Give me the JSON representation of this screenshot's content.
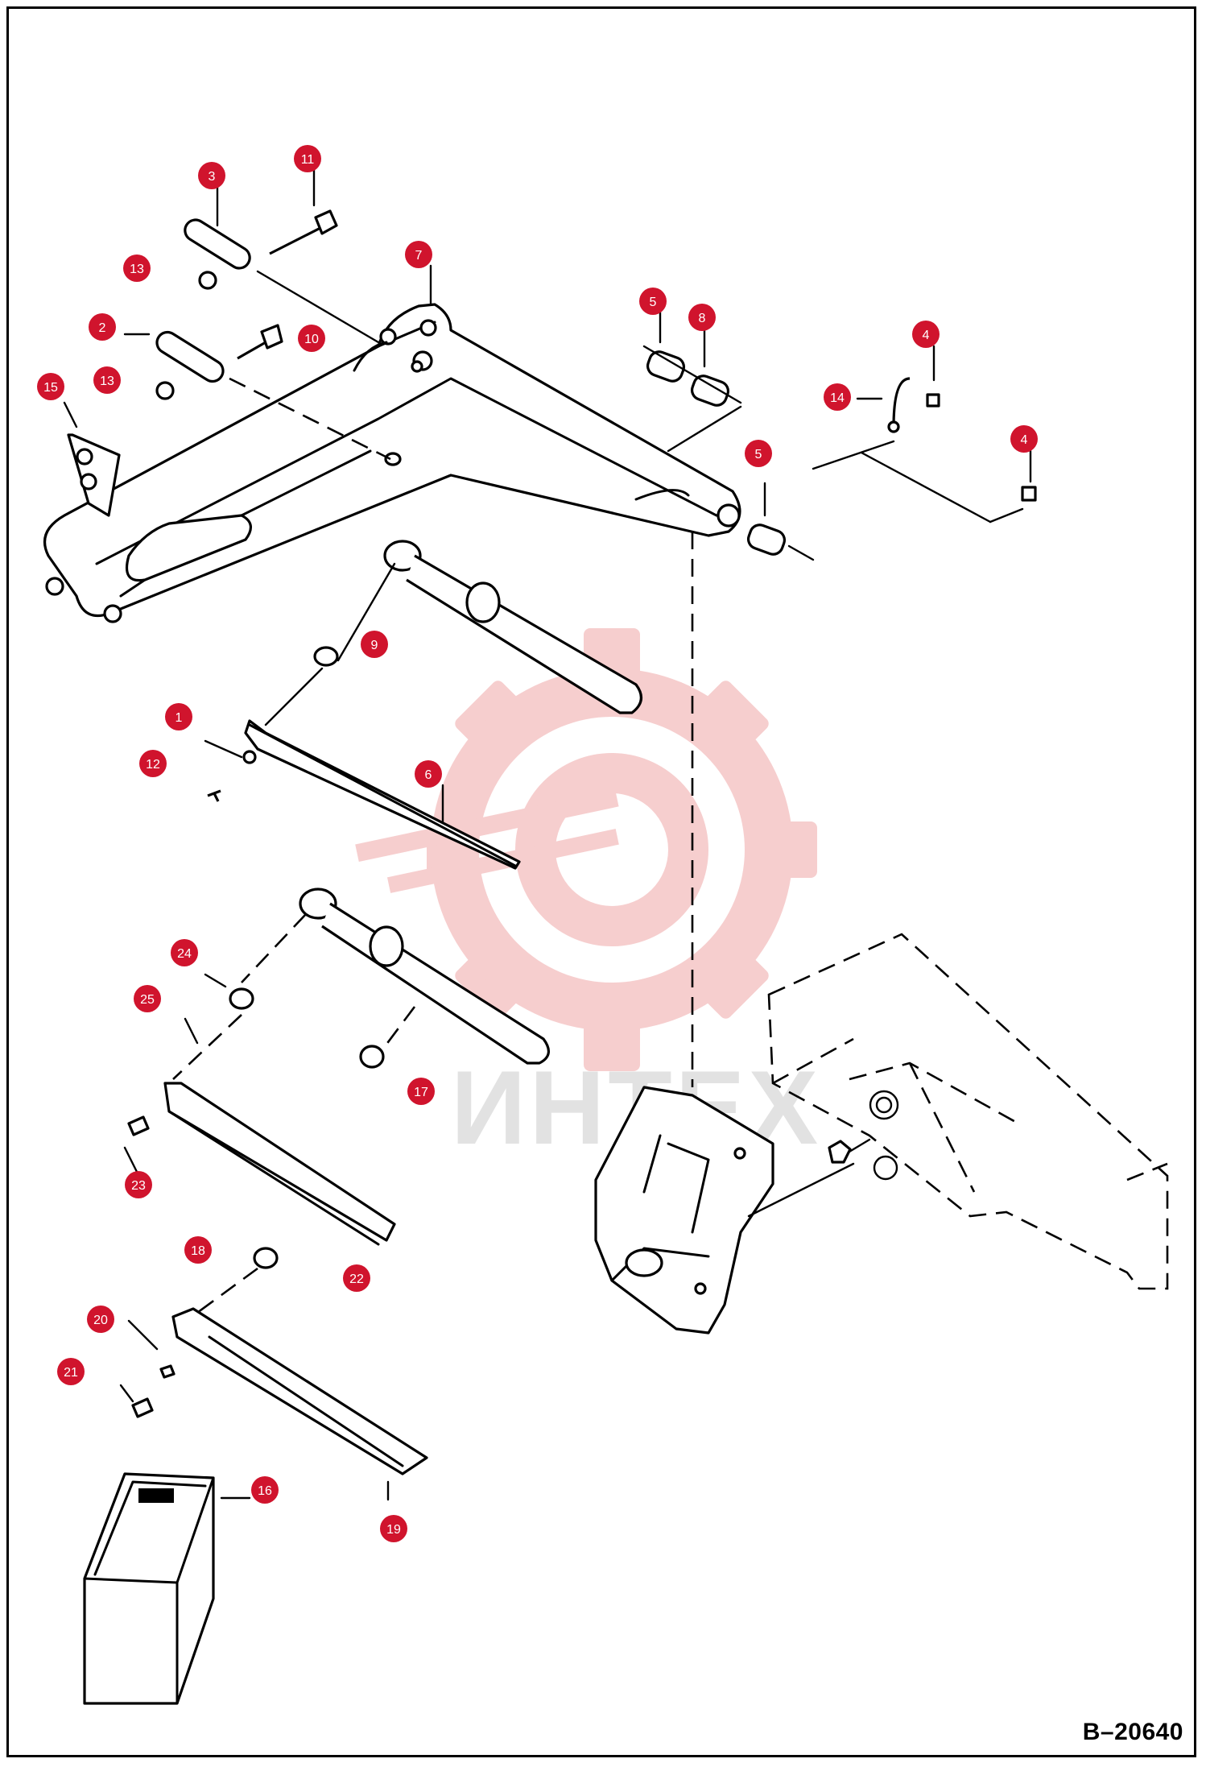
{
  "drawing": {
    "code": "B–20640",
    "watermark": "ИНТЕХ"
  },
  "callouts": [
    {
      "id": "c1",
      "label": "1"
    },
    {
      "id": "c2",
      "label": "2"
    },
    {
      "id": "c3",
      "label": "3"
    },
    {
      "id": "c4a",
      "label": "4"
    },
    {
      "id": "c4b",
      "label": "4"
    },
    {
      "id": "c5a",
      "label": "5"
    },
    {
      "id": "c5b",
      "label": "5"
    },
    {
      "id": "c6",
      "label": "6"
    },
    {
      "id": "c7",
      "label": "7"
    },
    {
      "id": "c8",
      "label": "8"
    },
    {
      "id": "c9",
      "label": "9"
    },
    {
      "id": "c10",
      "label": "10"
    },
    {
      "id": "c11",
      "label": "11"
    },
    {
      "id": "c12",
      "label": "12"
    },
    {
      "id": "c13a",
      "label": "13"
    },
    {
      "id": "c13b",
      "label": "13"
    },
    {
      "id": "c14",
      "label": "14"
    },
    {
      "id": "c15",
      "label": "15"
    },
    {
      "id": "c16",
      "label": "16"
    },
    {
      "id": "c17",
      "label": "17"
    },
    {
      "id": "c18",
      "label": "18"
    },
    {
      "id": "c19",
      "label": "19"
    },
    {
      "id": "c20",
      "label": "20"
    },
    {
      "id": "c21",
      "label": "21"
    },
    {
      "id": "c22",
      "label": "22"
    },
    {
      "id": "c23",
      "label": "23"
    },
    {
      "id": "c24",
      "label": "24"
    },
    {
      "id": "c25",
      "label": "25"
    }
  ],
  "colors": {
    "callout_fill": "#d0142d",
    "callout_text": "#ffffff",
    "watermark": "#f1b8b8"
  }
}
